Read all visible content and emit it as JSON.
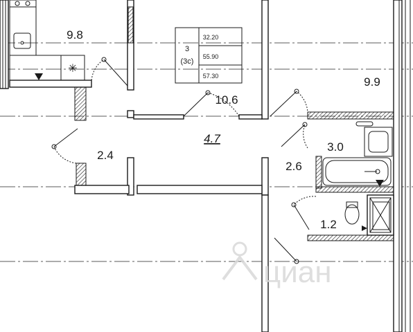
{
  "apartment": {
    "rooms_count": "3",
    "type_code": "(3с)",
    "living_area": "32.20",
    "total_area": "55.90",
    "total_area_with_balcony": "57.30"
  },
  "rooms": {
    "kitchen": "9.8",
    "room_top_center": "10.6",
    "room_right": "9.9",
    "hallway": "4.7",
    "corridor_left": "2.4",
    "bathroom": "3.0",
    "hall_small": "2.6",
    "toilet": "1.2"
  },
  "watermark": "циан"
}
